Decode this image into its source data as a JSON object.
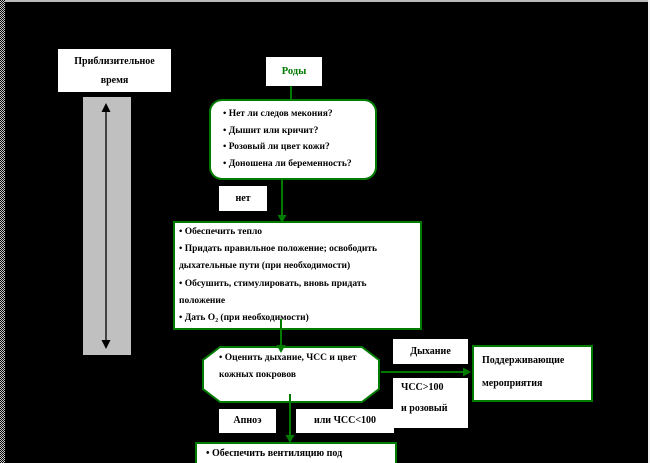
{
  "colors": {
    "accent_green": "#007b00",
    "gray_bar": "#c0c0c0",
    "background": "#000000",
    "box_fill": "#ffffff"
  },
  "timeline": {
    "label_line1": "Приблизительное",
    "label_line2": "время"
  },
  "nodes": {
    "start_label": "Роды",
    "questions": {
      "items": [
        "Нет ли следов мекония?",
        "Дышит или кричит?",
        "Розовый ли цвет кожи?",
        "Доношена ли беременность?"
      ]
    },
    "no_label": "нет",
    "actions": {
      "items": [
        "Обеспечить тепло",
        "Придать правильное положение; освободить дыхательные пути (при необходимости)",
        "Обсушить, стимулировать, вновь придать положение",
        "Дать О₂ (при необходимости)"
      ]
    },
    "assess_label": "Оценить дыхание, ЧСС и цвет кожных покровов",
    "breathing_label": "Дыхание",
    "hr_pink": {
      "line1": "ЧСС>100",
      "line2": "и розовый"
    },
    "support": {
      "line1": "Поддерживающие",
      "line2": "мероприятия"
    },
    "apnea_label": "Апноэ",
    "or_hr_label": "или ЧСС<100",
    "ventilation_label": "Обеспечить вентиляцию под"
  }
}
